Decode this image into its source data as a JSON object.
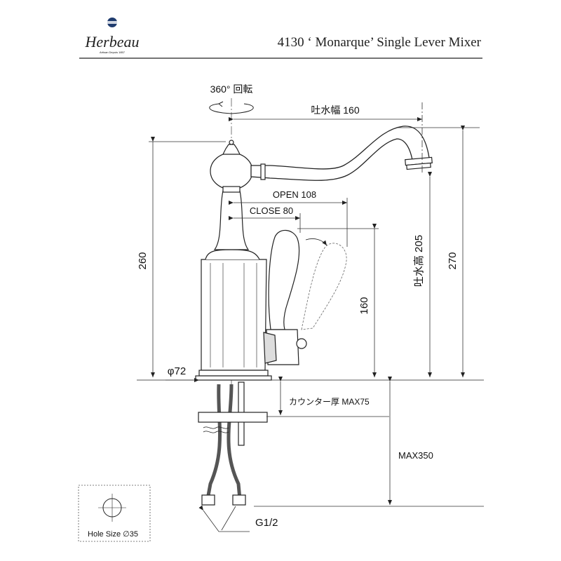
{
  "header": {
    "brand": "Herbeau",
    "brand_tagline": "Artisan Depuis 1857",
    "title": "4130 ‘ Monarque’  Single Lever Mixer"
  },
  "labels": {
    "rotation": "360° 回転",
    "spout_reach": "吐水幅 160",
    "open": "OPEN 108",
    "close": "CLOSE 80",
    "height_260": "260",
    "height_160": "160",
    "spout_height": "吐水高 205",
    "height_270": "270",
    "base_diameter": "φ72",
    "counter_thickness": "カウンター厚 MAX75",
    "max_length": "MAX350",
    "thread": "G1/2",
    "hole_size": "Hole Size ∅35"
  }
}
